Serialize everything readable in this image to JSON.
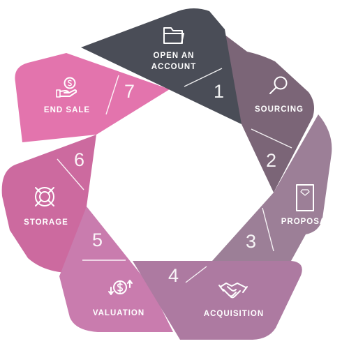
{
  "steps": [
    {
      "number": "1",
      "label_line1": "OPEN AN",
      "label_line2": "ACCOUNT",
      "icon": "folder-icon",
      "color": "#4a4d57"
    },
    {
      "number": "2",
      "label": "SOURCING",
      "icon": "magnifier-icon",
      "color": "#7b6577"
    },
    {
      "number": "3",
      "label": "PROPOSAL",
      "icon": "document-icon",
      "color": "#9c7f97"
    },
    {
      "number": "4",
      "label": "ACQUISITION",
      "icon": "handshake-icon",
      "color": "#ad7aa1"
    },
    {
      "number": "5",
      "label": "VALUATION",
      "icon": "dollar-arrows-icon",
      "color": "#c97cae"
    },
    {
      "number": "6",
      "label": "STORAGE",
      "icon": "vault-icon",
      "color": "#cc6a9f"
    },
    {
      "number": "7",
      "label": "END SALE",
      "icon": "hand-dollar-icon",
      "color": "#e374ad"
    }
  ]
}
